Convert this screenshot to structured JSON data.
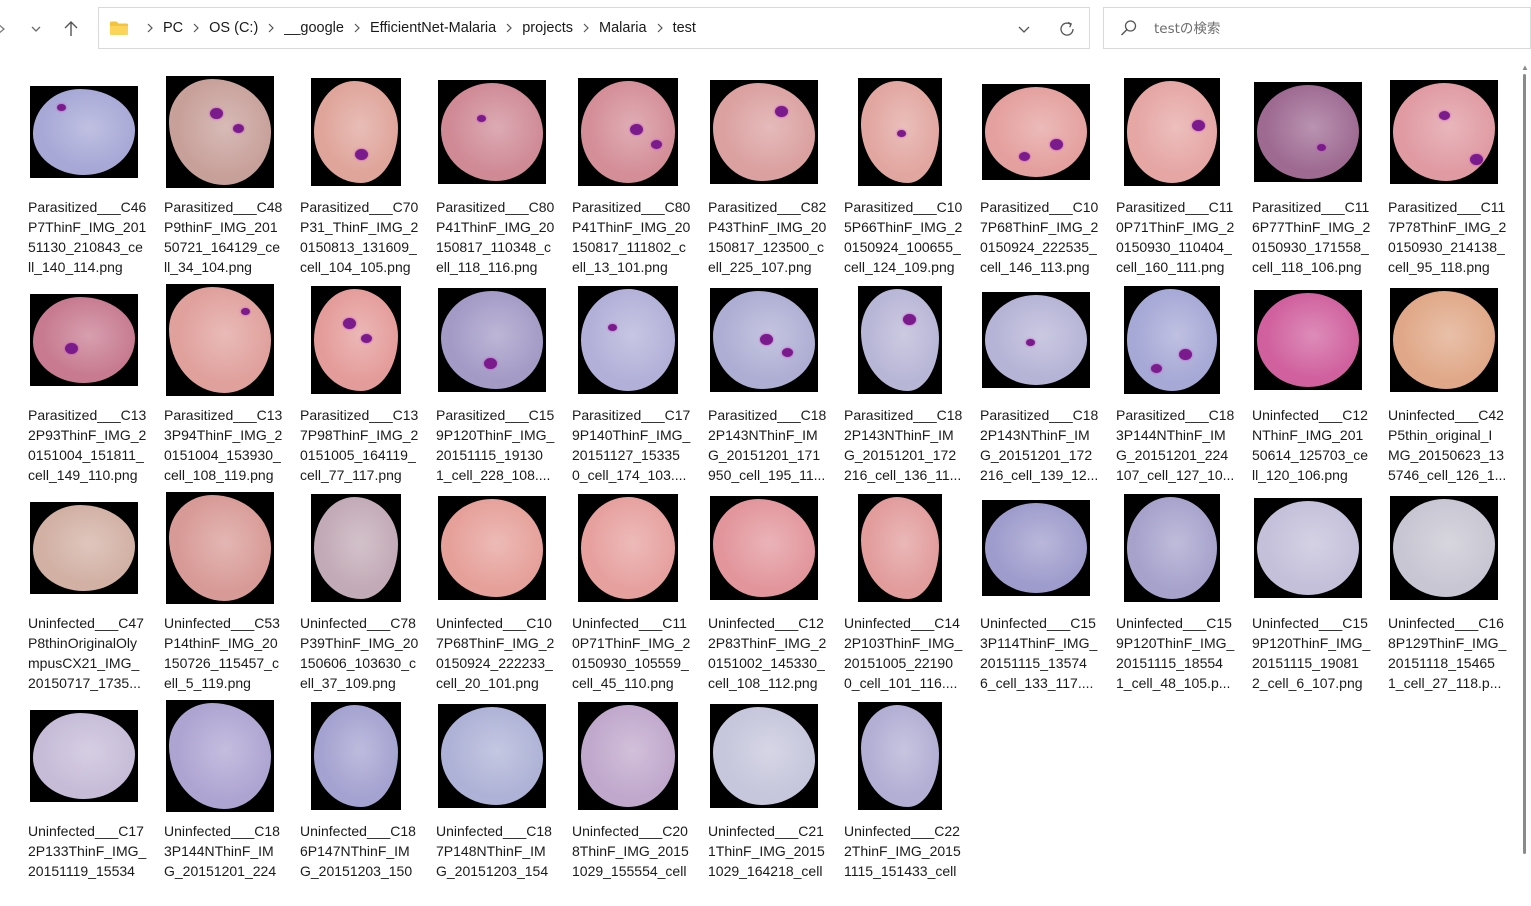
{
  "breadcrumb": [
    "PC",
    "OS (C:)",
    "__google",
    "EfficientNet-Malaria",
    "projects",
    "Malaria",
    "test"
  ],
  "search": {
    "placeholder": "testの検索"
  },
  "files": [
    {
      "name": "Parasitized___C46\nP7ThinF_IMG_201\n51130_210843_ce\nll_140_114.png",
      "tone": "#a7a8d6"
    },
    {
      "name": "Parasitized___C48\nP9thinF_IMG_201\n50721_164129_ce\nll_34_104.png",
      "tone": "#c8a09a"
    },
    {
      "name": "Parasitized___C70\nP31_ThinF_IMG_2\n0150813_131609_\ncell_104_105.png",
      "tone": "#dfa49a"
    },
    {
      "name": "Parasitized___C80\nP41ThinF_IMG_20\n150817_110348_c\nell_118_116.png",
      "tone": "#cf8a96"
    },
    {
      "name": "Parasitized___C80\nP41ThinF_IMG_20\n150817_111802_c\nell_13_101.png",
      "tone": "#d48e98"
    },
    {
      "name": "Parasitized___C82\nP43ThinF_IMG_20\n150817_123500_c\nell_225_107.png",
      "tone": "#dba0a0"
    },
    {
      "name": "Parasitized___C10\n5P66ThinF_IMG_2\n0150924_100655_\ncell_124_109.png",
      "tone": "#e2a6a0"
    },
    {
      "name": "Parasitized___C10\n7P68ThinF_IMG_2\n0150924_222535_\ncell_146_113.png",
      "tone": "#e4a09e"
    },
    {
      "name": "Parasitized___C11\n0P71ThinF_IMG_2\n0150930_110404_\ncell_160_111.png",
      "tone": "#e5a6a4"
    },
    {
      "name": "Parasitized___C11\n6P77ThinF_IMG_2\n0150930_171558_\ncell_118_106.png",
      "tone": "#9e6a92"
    },
    {
      "name": "Parasitized___C11\n7P78ThinF_IMG_2\n0150930_214138_\ncell_95_118.png",
      "tone": "#e09aa2"
    },
    {
      "name": "Parasitized___C13\n2P93ThinF_IMG_2\n0151004_151811_\ncell_149_110.png",
      "tone": "#c77a90"
    },
    {
      "name": "Parasitized___C13\n3P94ThinF_IMG_2\n0151004_153930_\ncell_108_119.png",
      "tone": "#e0a09c"
    },
    {
      "name": "Parasitized___C13\n7P98ThinF_IMG_2\n0151005_164119_\ncell_77_117.png",
      "tone": "#e49c9a"
    },
    {
      "name": "Parasitized___C15\n9P120ThinF_IMG_\n20151115_19130\n1_cell_228_108....",
      "tone": "#a39ac6"
    },
    {
      "name": "Parasitized___C17\n9P140ThinF_IMG_\n20151127_15335\n0_cell_174_103....",
      "tone": "#b2b0d8"
    },
    {
      "name": "Parasitized___C18\n2P143NThinF_IM\nG_20151201_171\n950_cell_195_11...",
      "tone": "#aeaed4"
    },
    {
      "name": "Parasitized___C18\n2P143NThinF_IM\nG_20151201_172\n216_cell_136_11...",
      "tone": "#b8b6d6"
    },
    {
      "name": "Parasitized___C18\n2P143NThinF_IM\nG_20151201_172\n216_cell_139_12...",
      "tone": "#b6b4d6"
    },
    {
      "name": "Parasitized___C18\n3P144NThinF_IM\nG_20151201_224\n107_cell_127_10...",
      "tone": "#a6a8d6"
    },
    {
      "name": "Uninfected___C12\nNThinF_IMG_201\n50614_125703_ce\nll_120_106.png",
      "tone": "#d0609e"
    },
    {
      "name": "Uninfected___C42\nP5thin_original_I\nMG_20150623_13\n5746_cell_126_1...",
      "tone": "#e0a888"
    },
    {
      "name": "Uninfected___C47\nP8thinOriginalOly\nmpusCX21_IMG_\n20150717_1735...",
      "tone": "#d2b0a4"
    },
    {
      "name": "Uninfected___C53\nP14thinF_IMG_20\n150726_115457_c\nell_5_119.png",
      "tone": "#d89a96"
    },
    {
      "name": "Uninfected___C78\nP39ThinF_IMG_20\n150606_103630_c\nell_37_109.png",
      "tone": "#c2aab6"
    },
    {
      "name": "Uninfected___C10\n7P68ThinF_IMG_2\n0150924_222233_\ncell_20_101.png",
      "tone": "#e6a09a"
    },
    {
      "name": "Uninfected___C11\n0P71ThinF_IMG_2\n0150930_105559_\ncell_45_110.png",
      "tone": "#e6a09e"
    },
    {
      "name": "Uninfected___C12\n2P83ThinF_IMG_2\n0151002_145330_\ncell_108_112.png",
      "tone": "#e2969c"
    },
    {
      "name": "Uninfected___C14\n2P103ThinF_IMG_\n20151005_22190\n0_cell_101_116....",
      "tone": "#e29c9c"
    },
    {
      "name": "Uninfected___C15\n3P114ThinF_IMG_\n20151115_13574\n6_cell_133_117....",
      "tone": "#9e9ccc"
    },
    {
      "name": "Uninfected___C15\n9P120ThinF_IMG_\n20151115_18554\n1_cell_48_105.p...",
      "tone": "#a6a2cc"
    },
    {
      "name": "Uninfected___C15\n9P120ThinF_IMG_\n20151115_19081\n2_cell_6_107.png",
      "tone": "#c4c0da"
    },
    {
      "name": "Uninfected___C16\n8P129ThinF_IMG_\n20151118_15465\n1_cell_27_118.p...",
      "tone": "#c8c6d2"
    },
    {
      "name": "Uninfected___C17\n2P133ThinF_IMG_\n20151119_15534",
      "tone": "#c6bcd8"
    },
    {
      "name": "Uninfected___C18\n3P144NThinF_IM\nG_20151201_224",
      "tone": "#aea4d2"
    },
    {
      "name": "Uninfected___C18\n6P147NThinF_IM\nG_20151203_150",
      "tone": "#a4a2d0"
    },
    {
      "name": "Uninfected___C18\n7P148NThinF_IM\nG_20151203_154",
      "tone": "#aeb2d6"
    },
    {
      "name": "Uninfected___C20\n8ThinF_IMG_2015\n1029_155554_cell",
      "tone": "#c0a8cc"
    },
    {
      "name": "Uninfected___C21\n1ThinF_IMG_2015\n1029_164218_cell",
      "tone": "#c6c6dc"
    },
    {
      "name": "Uninfected___C22\n2ThinF_IMG_2015\n1115_151433_cell",
      "tone": "#b2aed4"
    }
  ]
}
